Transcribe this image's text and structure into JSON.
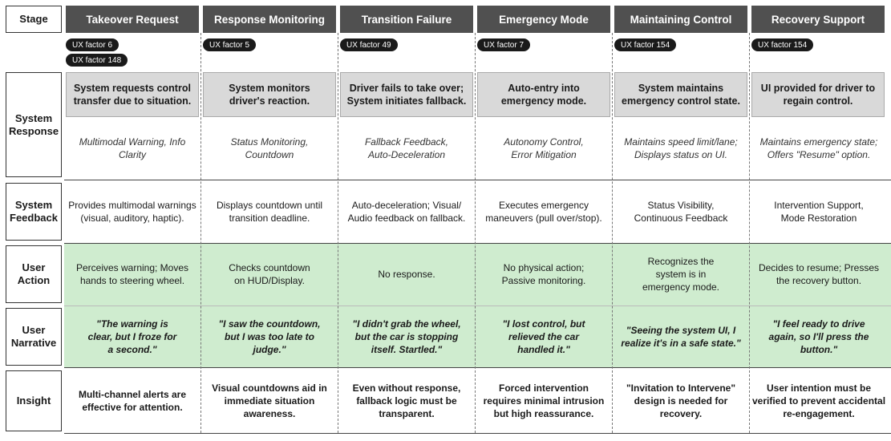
{
  "labels": {
    "stage": "Stage",
    "system_response": "System Response",
    "system_feedback": "System Feedback",
    "user_action": "User Action",
    "user_narrative": "User Narrative",
    "insight": "Insight"
  },
  "colors": {
    "header_bg": "#505050",
    "response_box_bg": "#d9d9d9",
    "user_band_bg": "#cfeccf",
    "badge_bg": "#1a1a1a"
  },
  "stages": [
    {
      "name": "Takeover Request",
      "badges": [
        "UX factor 6",
        "UX factor 148"
      ],
      "response_title": "System requests control transfer due to situation.",
      "response_detail": "Multimodal Warning, Info Clarity",
      "feedback": "Provides multimodal warnings (visual, auditory, haptic).",
      "action": "Perceives warning; Moves hands to steering wheel.",
      "narrative": "\"The warning is clear, but I froze for a second.\"",
      "insight": "Multi-channel alerts are effective for attention."
    },
    {
      "name": "Response Monitoring",
      "badges": [
        "UX factor 5"
      ],
      "response_title": "System monitors driver's reaction.",
      "response_detail": "Status Monitoring, Countdown",
      "feedback": "Displays countdown until transition deadline.",
      "action": "Checks countdown on HUD/Display.",
      "narrative": "\"I saw the countdown, but I was too late to judge.\"",
      "insight": "Visual countdowns aid in immediate situation awareness."
    },
    {
      "name": "Transition Failure",
      "badges": [
        "UX factor 49"
      ],
      "response_title": "Driver fails to take over; System initiates fallback.",
      "response_detail": "Fallback Feedback, Auto-Deceleration",
      "feedback": "Auto-deceleration; Visual/ Audio feedback on fallback.",
      "action": "No response.",
      "narrative": "\"I didn't grab the wheel, but the car is stopping itself. Startled.\"",
      "insight": "Even without response, fallback logic must be transparent."
    },
    {
      "name": "Emergency Mode",
      "badges": [
        "UX factor 7"
      ],
      "response_title": "Auto-entry into emergency mode.",
      "response_detail": "Autonomy Control, Error Mitigation",
      "feedback": "Executes emergency maneuvers (pull over/stop).",
      "action": "No physical action; Passive monitoring.",
      "narrative": "\"I lost control, but relieved the car handled it.\"",
      "insight": "Forced intervention requires minimal intrusion but high reassurance."
    },
    {
      "name": "Maintaining Control",
      "badges": [
        "UX factor 154"
      ],
      "response_title": "System maintains emergency control state.",
      "response_detail": "Maintains speed limit/lane; Displays status on UI.",
      "feedback": "Status Visibility, Continuous Feedback",
      "action": "Recognizes the system is in emergency mode.",
      "narrative": "\"Seeing the system UI, I realize it's in a safe state.\"",
      "insight": "\"Invitation to Intervene\" design is needed for recovery."
    },
    {
      "name": "Recovery Support",
      "badges": [
        "UX factor 154"
      ],
      "response_title": "UI provided for driver to regain control.",
      "response_detail": "Maintains emergency state; Offers \"Resume\" option.",
      "feedback": "Intervention Support, Mode Restoration",
      "action": "Decides to resume; Presses the recovery button.",
      "narrative": "\"I feel ready to drive again, so I'll press the button.\"",
      "insight": "User intention must be verified to prevent accidental re-engagement."
    }
  ]
}
